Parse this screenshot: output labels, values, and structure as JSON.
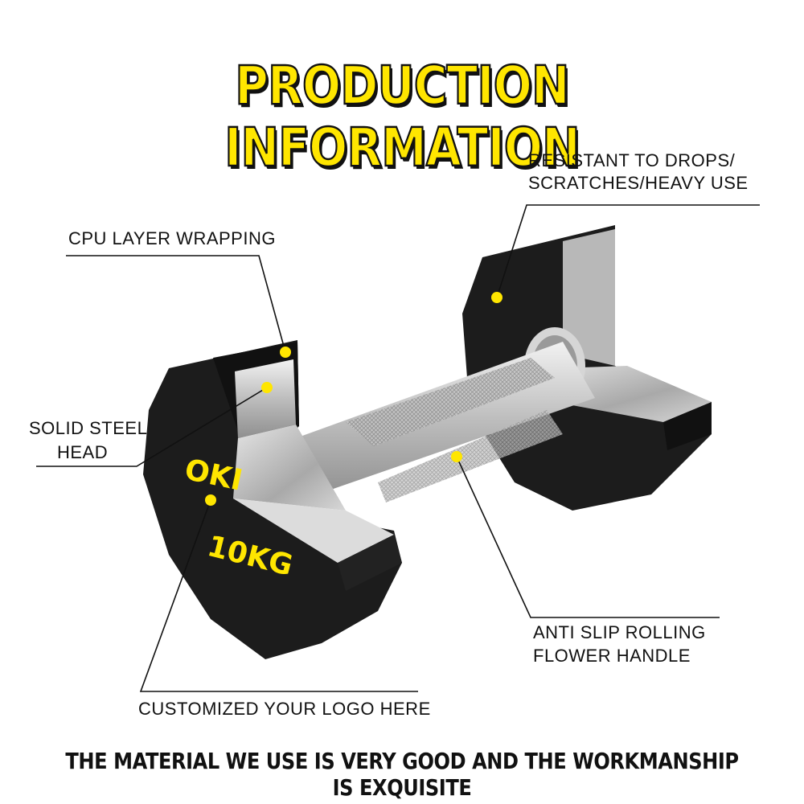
{
  "title": "PRODUCTION INFORMATION",
  "callouts": {
    "drops_line1": "RESISTANT TO DROPS/",
    "drops_line2": "SCRATCHES/HEAVY USE",
    "cpu": "CPU LAYER WRAPPING",
    "steel_line1": "SOLID STEEL",
    "steel_line2": "HEAD",
    "handle_line1": "ANTI SLIP ROLLING",
    "handle_line2": "FLOWER HANDLE",
    "logo": "CUSTOMIZED YOUR LOGO HERE"
  },
  "plate_text": {
    "logo_partial": "OKI",
    "weight": "10KG"
  },
  "footer": "THE MATERIAL WE USE IS VERY GOOD AND THE WORKMANSHIP IS EXQUISITE",
  "colors": {
    "accent": "#ffe600",
    "plate": "#1c1c1c",
    "steel": "#c9c9c9",
    "text": "#111111"
  }
}
